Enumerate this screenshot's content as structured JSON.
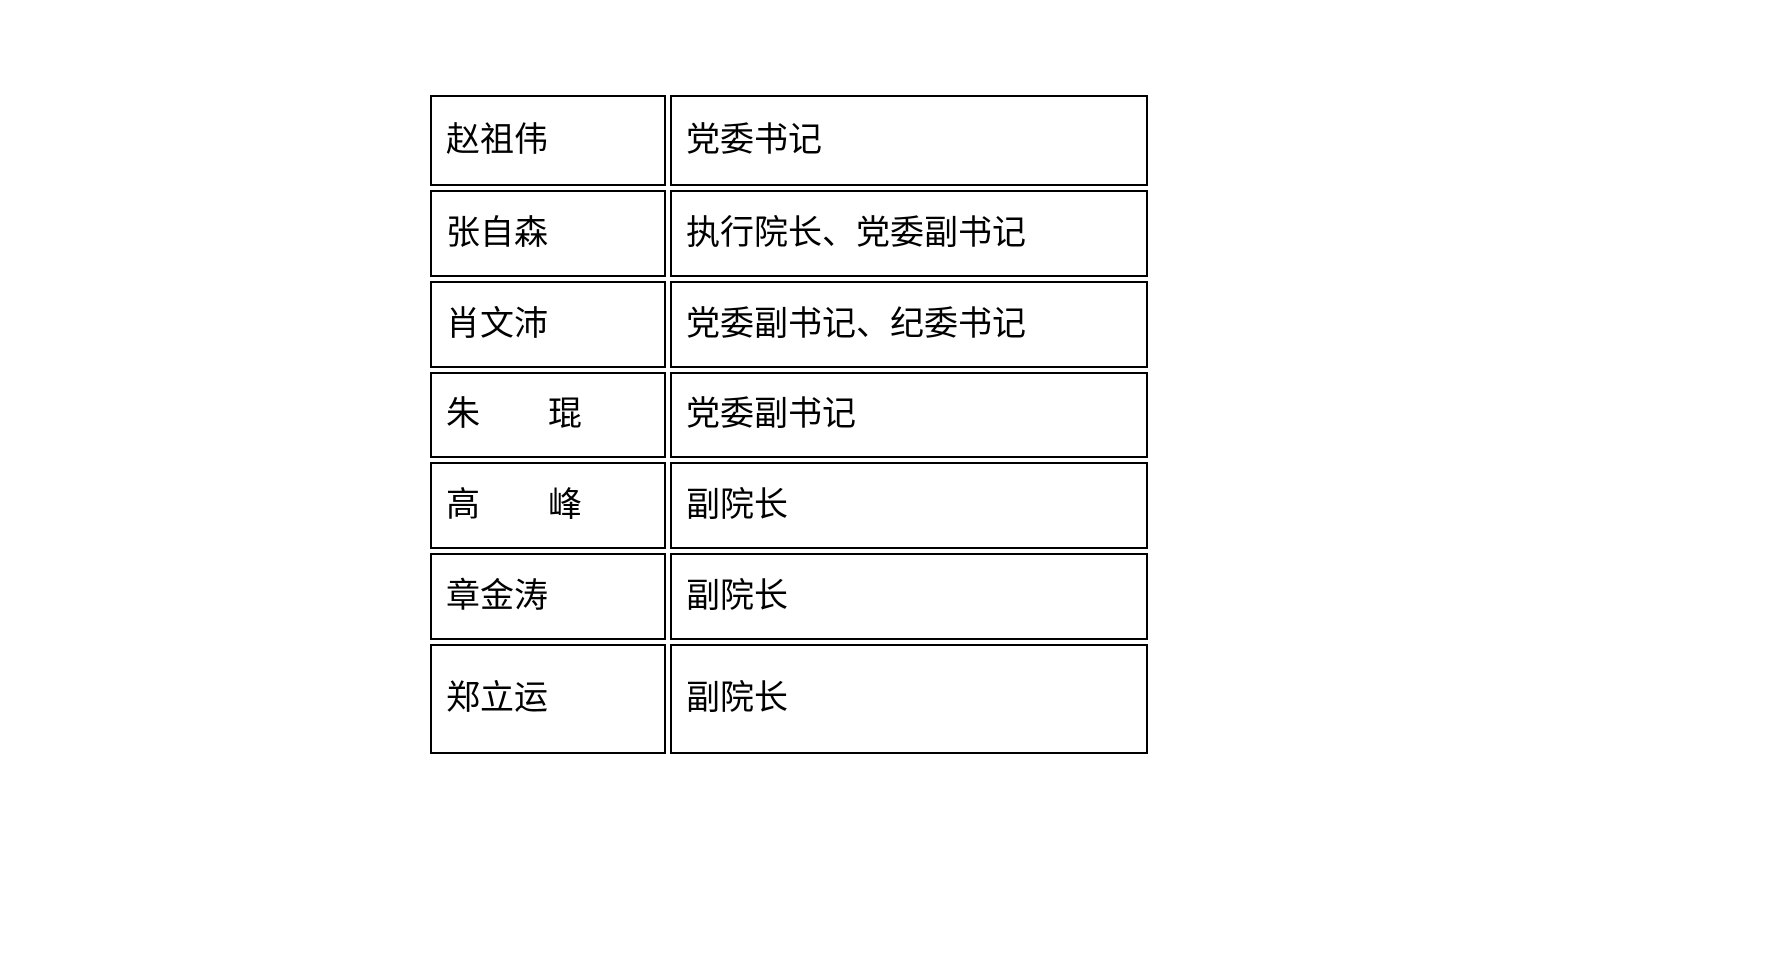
{
  "page": {
    "background_color": "#ffffff",
    "text_color": "#000000",
    "border_color": "#000000"
  },
  "roster": {
    "columns": [
      "name",
      "title"
    ],
    "rows": [
      {
        "name": "赵祖伟",
        "title": "党委书记"
      },
      {
        "name": "张自森",
        "title": "执行院长、党委副书记"
      },
      {
        "name": "肖文沛",
        "title": "党委副书记、纪委书记"
      },
      {
        "name": "朱　　琨",
        "title": "党委副书记"
      },
      {
        "name": "高　　峰",
        "title": "副院长"
      },
      {
        "name": "章金涛",
        "title": "副院长"
      },
      {
        "name": "郑立运",
        "title": "副院长"
      }
    ]
  }
}
